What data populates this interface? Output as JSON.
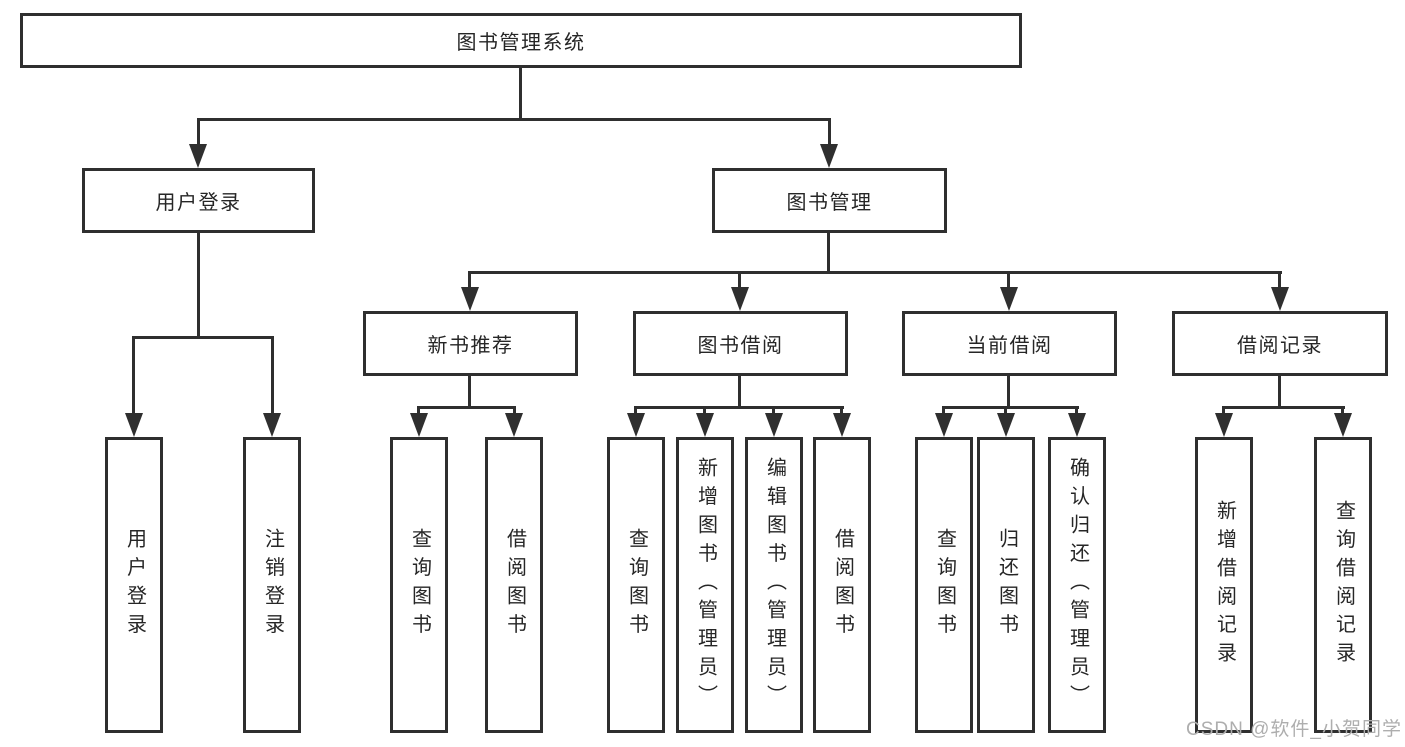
{
  "diagram": {
    "root": {
      "label": "图书管理系统"
    },
    "level2": [
      {
        "label": "用户登录"
      },
      {
        "label": "图书管理"
      }
    ],
    "level3": [
      {
        "label": "新书推荐",
        "parent": "图书管理"
      },
      {
        "label": "图书借阅",
        "parent": "图书管理"
      },
      {
        "label": "当前借阅",
        "parent": "图书管理"
      },
      {
        "label": "借阅记录",
        "parent": "图书管理"
      }
    ],
    "leaves": [
      {
        "label": "用户登录",
        "parent": "用户登录"
      },
      {
        "label": "注销登录",
        "parent": "用户登录"
      },
      {
        "label": "查询图书",
        "parent": "新书推荐"
      },
      {
        "label": "借阅图书",
        "parent": "新书推荐"
      },
      {
        "label": "查询图书",
        "parent": "图书借阅"
      },
      {
        "label": "新增图书（管理员）",
        "parent": "图书借阅"
      },
      {
        "label": "编辑图书（管理员）",
        "parent": "图书借阅"
      },
      {
        "label": "借阅图书",
        "parent": "图书借阅"
      },
      {
        "label": "查询图书",
        "parent": "当前借阅"
      },
      {
        "label": "归还图书",
        "parent": "当前借阅"
      },
      {
        "label": "确认归还（管理员）",
        "parent": "当前借阅"
      },
      {
        "label": "新增借阅记录",
        "parent": "借阅记录"
      },
      {
        "label": "查询借阅记录",
        "parent": "借阅记录"
      }
    ],
    "colors": {
      "line": "#2f2f2f",
      "text": "#262626",
      "background": "#ffffff",
      "watermark": "#aeaeae"
    }
  },
  "watermark": {
    "text": "CSDN @软件_小贺同学"
  }
}
